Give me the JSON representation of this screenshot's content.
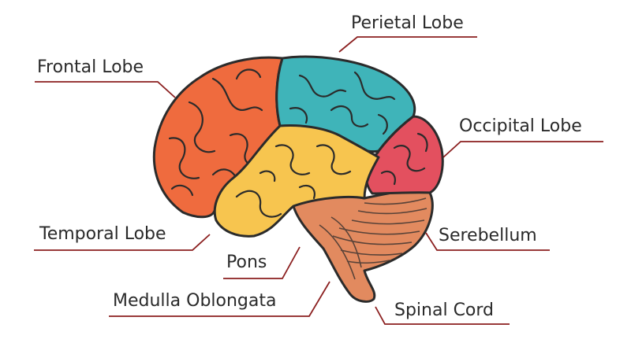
{
  "labels": {
    "frontal": "Frontal Lobe",
    "parietal": "Perietal Lobe",
    "occipital": "Occipital Lobe",
    "temporal": "Temporal Lobe",
    "cerebellum": "Serebellum",
    "pons": "Pons",
    "medulla": "Medulla Oblongata",
    "spinal": "Spinal Cord"
  },
  "colors": {
    "frontal": "#ef6b3e",
    "parietal": "#3fb4b9",
    "occipital": "#e3505f",
    "temporal": "#f7c54f",
    "cerebellum": "#e28a5f",
    "outline": "#2b2b2b",
    "leader": "#8b1f1f"
  }
}
